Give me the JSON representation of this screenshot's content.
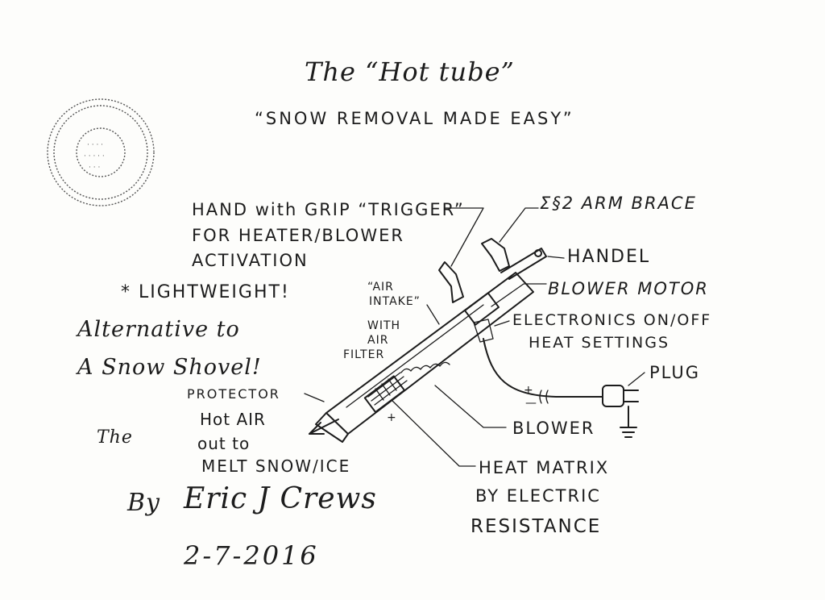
{
  "title": "The “Hot tube”",
  "subtitle": "“SNOW REMOVAL MADE EASY”",
  "labels": {
    "hand_grip_line1": "HAND with GRIP “TRIGGER”",
    "hand_grip_line2": "FOR HEATER/BLOWER",
    "hand_grip_line3": "ACTIVATION",
    "lightweight": "* LIGHTWEIGHT!",
    "alternative_line1": "Alternative to",
    "alternative_line2": "A Snow Shovel!",
    "air_intake_line1": "“AIR",
    "air_intake_line2": "INTAKE”",
    "air_intake_line3": "WITH",
    "air_intake_line4": "AIR",
    "air_intake_line5": "FILTER",
    "arm_brace": "Σ§2 ARM BRACE",
    "handel": "HANDEL",
    "blower_motor": "BLOWER MOTOR",
    "electronics_line1": "ELECTRONICS ON/OFF",
    "electronics_line2": "HEAT SETTINGS",
    "plug": "PLUG",
    "blower": "BLOWER",
    "protector": "PROTECTOR",
    "hot_air_line1": "Hot AIR",
    "hot_air_line2": "out to",
    "hot_air_line3": "MELT SNOW/ICE",
    "the_side": "The",
    "heat_matrix_line1": "HEAT MATRIX",
    "heat_matrix_line2": "BY ELECTRIC",
    "heat_matrix_line3": "RESISTANCE"
  },
  "signature": {
    "by": "By",
    "name": "Eric J Crews",
    "date": "2-7-2016"
  }
}
